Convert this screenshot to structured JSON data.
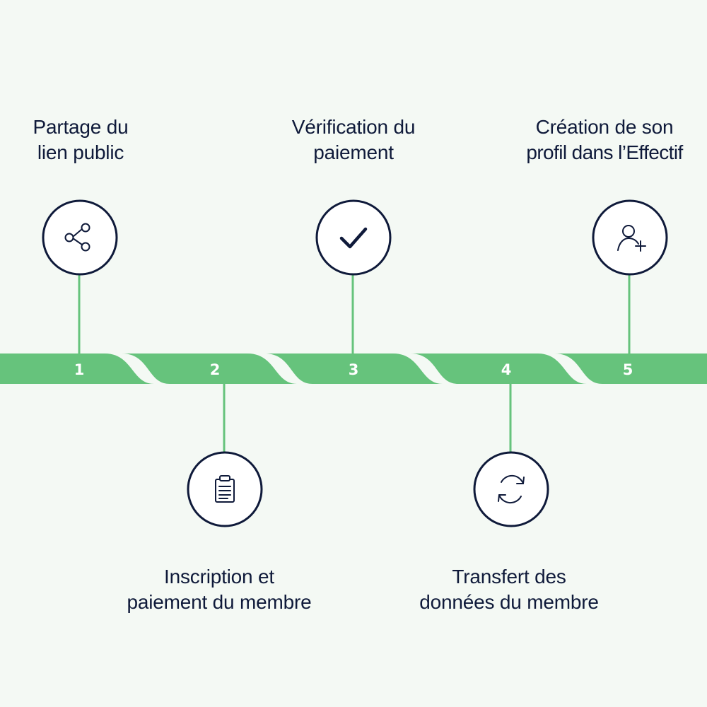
{
  "colors": {
    "background": "#f4f9f4",
    "band": "#66c37c",
    "connector": "#66c37c",
    "ink": "#0f1a3a",
    "circle_fill": "#ffffff"
  },
  "steps": [
    {
      "number": "1",
      "icon": "share-icon",
      "line1": "Partage du",
      "line2": "lien public"
    },
    {
      "number": "2",
      "icon": "clipboard-icon",
      "line1": "Inscription et",
      "line2": "paiement du membre"
    },
    {
      "number": "3",
      "icon": "check-icon",
      "line1": "Vérification du",
      "line2": "paiement"
    },
    {
      "number": "4",
      "icon": "sync-icon",
      "line1": "Transfert des",
      "line2": "données du membre"
    },
    {
      "number": "5",
      "icon": "user-add-icon",
      "line1": "Création de son",
      "line2": "profil dans l’Effectif"
    }
  ]
}
